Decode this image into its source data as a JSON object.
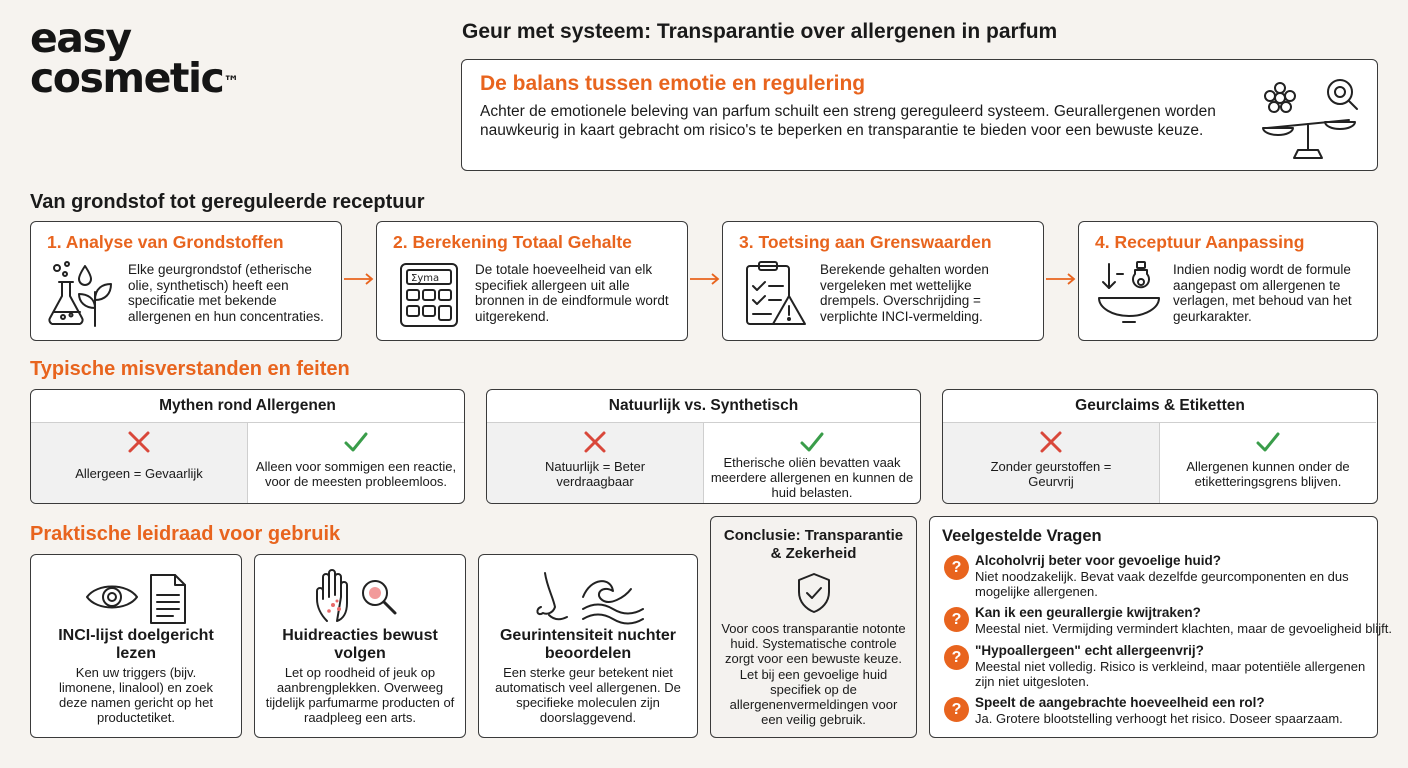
{
  "brand": {
    "logo_line1": "easy",
    "logo_line2": "cosmetic",
    "logo_tm": "™"
  },
  "page_title": "Geur met systeem: Transparantie over allergenen in parfum",
  "intro": {
    "title": "De balans tussen emotie en regulering",
    "body": "Achter de emotionele beleving van parfum schuilt een streng gereguleerd systeem. Geurallergenen worden nauwkeurig in kaart gebracht om risico's te beperken en transparantie te bieden voor een bewuste keuze.",
    "icon": "balance-scale-icon"
  },
  "process": {
    "title": "Van grondstof tot gereguleerde receptuur",
    "steps": [
      {
        "title": "1. Analyse van Grondstoffen",
        "text": "Elke geurgrondstof (etherische olie, synthetisch) heeft een specificatie met bekende allergenen en hun concentraties.",
        "icon": "flask-leaf-icon"
      },
      {
        "title": "2. Berekening Totaal Gehalte",
        "text": "De totale hoeveelheid van elk specifiek allergeen uit alle bronnen in de eindformule wordt uitgerekend.",
        "icon": "calculator-icon"
      },
      {
        "title": "3. Toetsing aan Grenswaarden",
        "text": "Berekende gehalten worden vergeleken met wettelijke drempels. Overschrijding = verplichte INCI-vermelding.",
        "icon": "checklist-warning-icon"
      },
      {
        "title": "4. Receptuur Aanpassing",
        "text": "Indien nodig wordt de formule aangepast om allergenen te verlagen, met behoud van het geurkarakter.",
        "icon": "mixing-bowl-icon"
      }
    ]
  },
  "myths": {
    "title": "Typische misverstanden en feiten",
    "cards": [
      {
        "heading": "Mythen rond Allergenen",
        "myth": "Allergeen = Gevaarlijk",
        "fact": "Alleen voor sommigen een reactie, voor de meesten probleemloos."
      },
      {
        "heading": "Natuurlijk vs. Synthetisch",
        "myth": "Natuurlijk = Beter verdraagbaar",
        "fact": "Etherische oliën bevatten vaak meerdere allergenen en kunnen de huid belasten."
      },
      {
        "heading": "Geurclaims & Etiketten",
        "myth": "Zonder geurstoffen = Geurvrij",
        "fact": "Allergenen kunnen onder de etiketteringsgrens blijven."
      }
    ]
  },
  "guide": {
    "title": "Praktische leidraad voor gebruik",
    "items": [
      {
        "title": "INCI-lijst doelgericht lezen",
        "text": "Ken uw triggers (bijv. limonene, linalool) en zoek deze namen gericht op het productetiket.",
        "icon": "eye-document-icon"
      },
      {
        "title": "Huidreacties bewust volgen",
        "text": "Let op roodheid of jeuk op aanbrengplekken. Overweeg tijdelijk parfumarme producten of raadpleeg een arts.",
        "icon": "hand-magnifier-icon"
      },
      {
        "title": "Geurintensiteit nuchter beoordelen",
        "text": "Een sterke geur betekent niet automatisch veel allergenen. De specifieke moleculen zijn doorslaggevend.",
        "icon": "nose-wave-icon"
      }
    ]
  },
  "conclusion": {
    "title": "Conclusie: Transparantie & Zekerheid",
    "text": "Voor coos transparantie notonte huid. Systematische controle zorgt voor een bewuste keuze. Let bij een gevoelige huid specifiek op de allergenenvermeldingen voor een veilig gebruik.",
    "icon": "shield-check-icon"
  },
  "faq": {
    "title": "Veelgestelde Vragen",
    "items": [
      {
        "q": "Alcoholvrij beter voor gevoelige huid?",
        "a": "Niet noodzakelijk. Bevat vaak dezelfde geurcomponenten en dus mogelijke allergenen."
      },
      {
        "q": "Kan ik een geurallergie kwijtraken?",
        "a": "Meestal niet. Vermijding vermindert klachten, maar de gevoeligheid blijft."
      },
      {
        "q": "\"Hypoallergeen\" echt allergeenvrij?",
        "a": "Meestal niet volledig. Risico is verkleind, maar potentiële allergenen zijn niet uitgesloten."
      },
      {
        "q": "Speelt de aangebrachte hoeveelheid een rol?",
        "a": "Ja. Grotere blootstelling verhoogt het risico. Doseer spaarzaam."
      }
    ]
  },
  "colors": {
    "accent": "#e8641e",
    "cross": "#d9473a",
    "check": "#3a9d4a",
    "background": "#f6f3ef"
  }
}
